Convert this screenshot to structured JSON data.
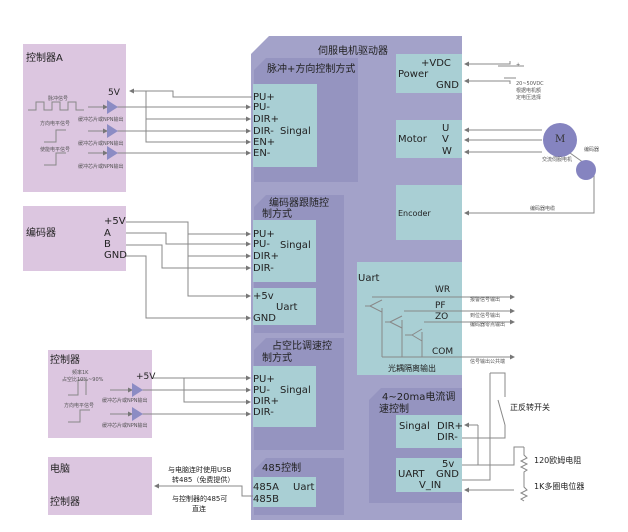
{
  "driver": {
    "title": "伺服电机驱动器"
  },
  "controller_a": {
    "title": "控制器A",
    "v5": "5V",
    "pulse_signal": "脉冲信号",
    "dir_signal": "方向电平信号",
    "enable_signal": "使能电平信号",
    "buffer1": "缓冲芯片或NPN输出",
    "buffer2": "缓冲芯片或NPN输出",
    "buffer3": "缓冲芯片或NPN输出"
  },
  "pulse_section": {
    "title": "脉冲+方向控制方式",
    "pins": [
      "PU+",
      "PU-",
      "DIR+",
      "DIR-",
      "EN+",
      "EN-"
    ],
    "signal": "Singal"
  },
  "encoder_box": {
    "title": "编码器",
    "pins": [
      "+5V",
      "A",
      "B",
      "GND"
    ]
  },
  "encoder_section": {
    "title1": "编码器跟随控",
    "title2": "制方式",
    "pins": [
      "PU+",
      "PU-",
      "DIR+",
      "DIR-"
    ],
    "signal": "Singal",
    "uart_pins": [
      "+5v",
      "GND"
    ],
    "uart": "Uart"
  },
  "controller": {
    "title": "控制器",
    "freq": "频率1K",
    "duty": "占空比10%~90%",
    "v5": "+5V",
    "dir_signal": "方向电平信号",
    "buffer1": "缓冲芯片或NPN输出",
    "buffer2": "缓冲芯片或NPN输出"
  },
  "duty_section": {
    "title1": "占空比调速控",
    "title2": "制方式",
    "pins": [
      "PU+",
      "PU-",
      "DIR+",
      "DIR-"
    ],
    "signal": "Singal"
  },
  "pc_box": {
    "pc": "电脑",
    "controller": "控制器"
  },
  "rs485_link": {
    "usb": "与电脑连时使用USB",
    "usb2": "转485（免费提供）",
    "direct": "与控制器的485可",
    "direct2": "直连"
  },
  "rs485_section": {
    "title": "485控制",
    "pins": [
      "485A",
      "485B"
    ],
    "uart": "Uart"
  },
  "power": {
    "label": "Power",
    "vdc": "+VDC",
    "gnd": "GND",
    "plus": "+",
    "supply": "20~50VDC",
    "note1": "根据电机额",
    "note2": "定电压选择"
  },
  "motor": {
    "label": "Motor",
    "pins": [
      "U",
      "V",
      "W"
    ],
    "symbol": "M",
    "motor_name": "交流伺服电机",
    "encoder_name": "编码器"
  },
  "encoder_port": {
    "label": "Encoder",
    "cable": "编码器电缆"
  },
  "uart_out": {
    "title": "Uart",
    "wr": "WR",
    "pf": "PF",
    "zo": "ZO",
    "com": "COM",
    "isolation": "光耦隔离输出",
    "wr_desc": "报警信号输出",
    "pf_desc": "到位信号输出",
    "zo_desc": "编码器零点输出",
    "com_desc": "信号输出公共端"
  },
  "current_section": {
    "title1": "4~20ma电流调",
    "title2": "速控制",
    "signal": "Singal",
    "dir_plus": "DIR+",
    "dir_minus": "DIR-",
    "uart": "UART",
    "v5": "5v",
    "gnd": "GND",
    "vin": "V_IN",
    "switch": "正反转开关",
    "resistor": "120欧姆电阻",
    "pot": "1K多圈电位器"
  }
}
